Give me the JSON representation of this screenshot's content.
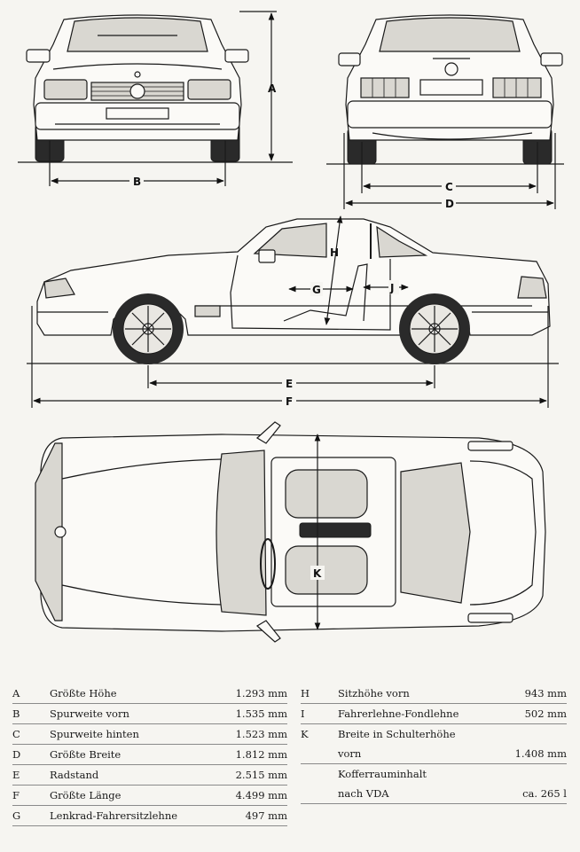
{
  "dimension_labels": [
    "A",
    "B",
    "C",
    "D",
    "E",
    "F",
    "G",
    "H",
    "J",
    "K"
  ],
  "specs_left": [
    {
      "letter": "A",
      "label": "Größte Höhe",
      "value": "1.293 mm"
    },
    {
      "letter": "B",
      "label": "Spurweite vorn",
      "value": "1.535 mm"
    },
    {
      "letter": "C",
      "label": "Spurweite hinten",
      "value": "1.523 mm"
    },
    {
      "letter": "D",
      "label": "Größte Breite",
      "value": "1.812 mm"
    },
    {
      "letter": "E",
      "label": "Radstand",
      "value": "2.515 mm"
    },
    {
      "letter": "F",
      "label": "Größte Länge",
      "value": "4.499 mm"
    },
    {
      "letter": "G",
      "label": "Lenkrad-Fahrersitzlehne",
      "value": "497 mm"
    }
  ],
  "specs_right": [
    {
      "letter": "H",
      "label": "Sitzhöhe vorn",
      "value": "943 mm"
    },
    {
      "letter": "I",
      "label": "Fahrerlehne-Fondlehne",
      "value": "502 mm"
    },
    {
      "letter": "K",
      "label": "Breite in Schulterhöhe",
      "value": ""
    },
    {
      "letter": "",
      "label": "vorn",
      "value": "1.408 mm"
    },
    {
      "letter": "",
      "label": "Kofferrauminhalt",
      "value": ""
    },
    {
      "letter": "",
      "label": "nach VDA",
      "value": "ca. 265 l"
    }
  ]
}
